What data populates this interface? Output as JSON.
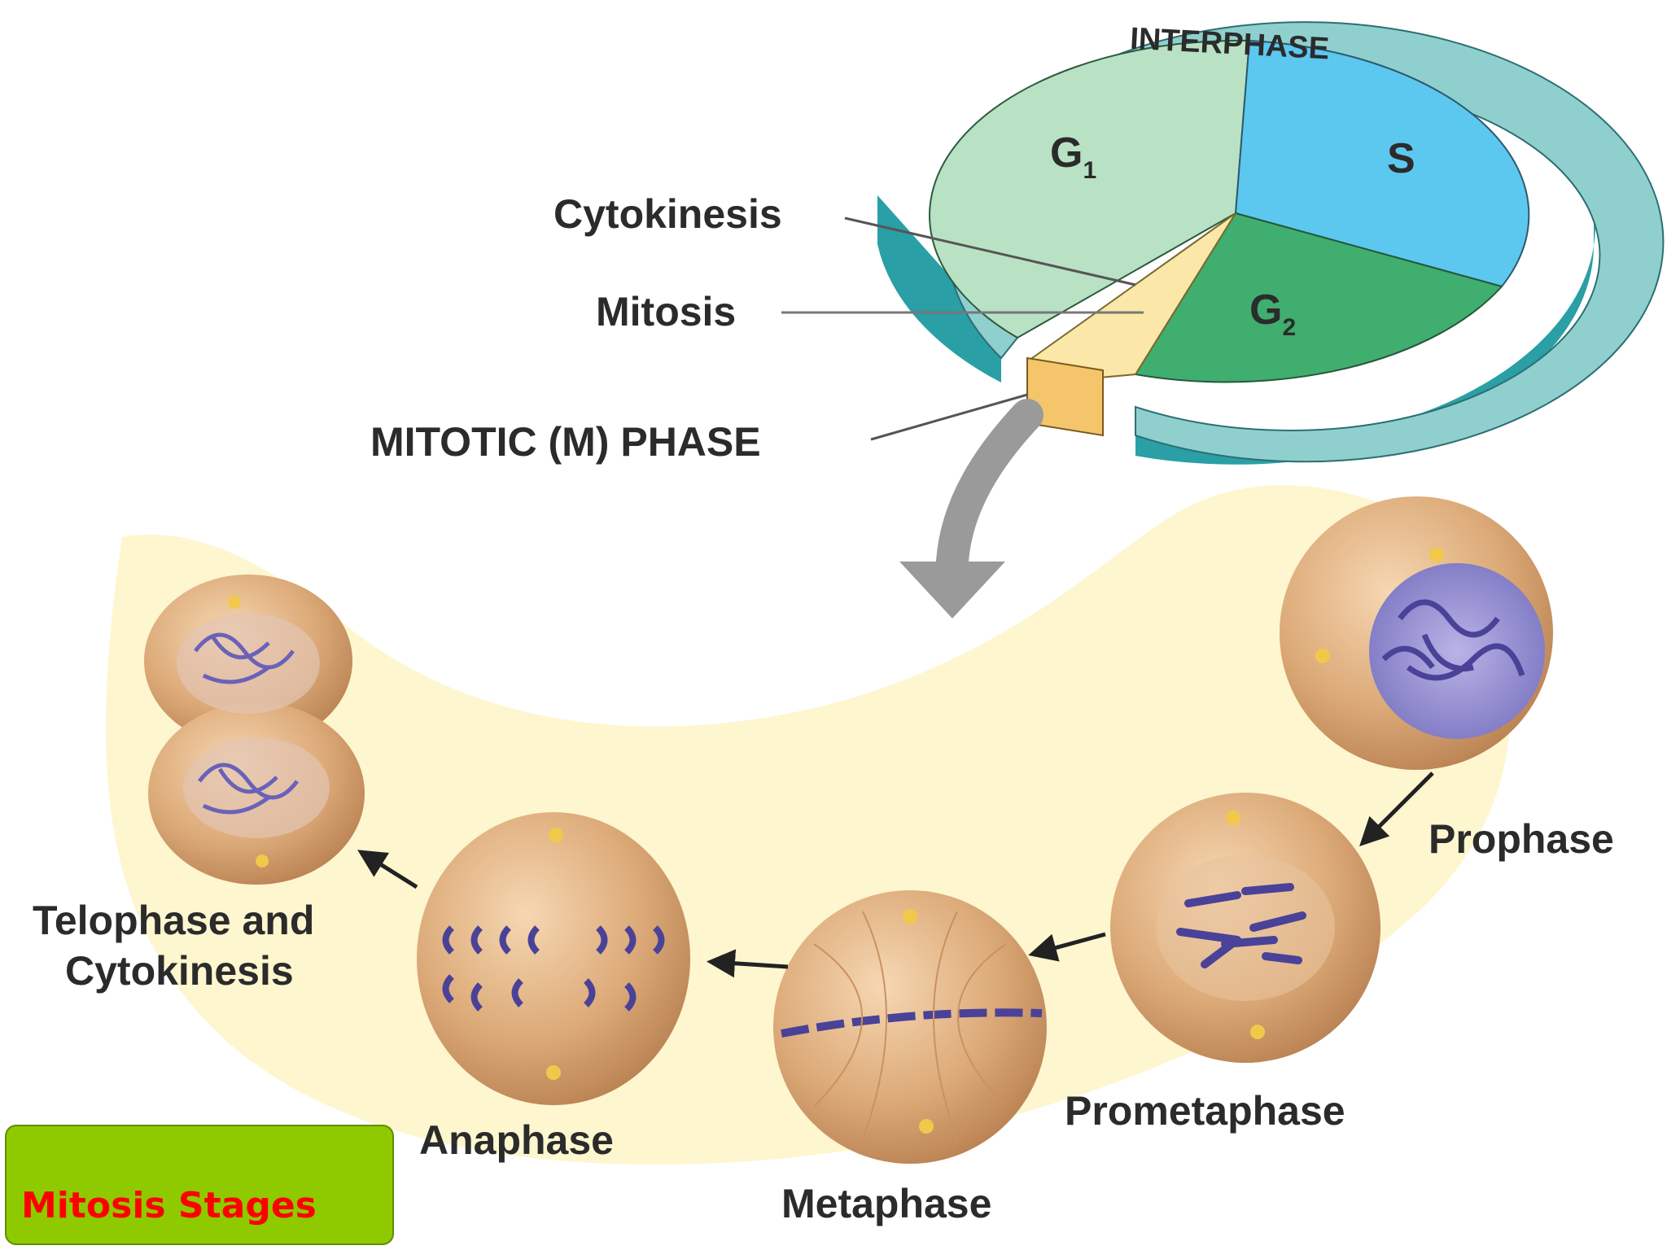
{
  "cycle": {
    "interphase_label": "INTERPHASE",
    "g1_label": "G",
    "g1_sub": "1",
    "s_label": "S",
    "g2_label": "G",
    "g2_sub": "2",
    "cytokinesis_label": "Cytokinesis",
    "mitosis_label": "Mitosis",
    "m_phase_label": "MITOTIC (M) PHASE",
    "colors": {
      "g1": "#b9e2c4",
      "s": "#5cc8ef",
      "g2": "#3fae6e",
      "rim": "#8fd0cf",
      "rim_side": "#2a9fa5",
      "mitosis": "#fbe7a8",
      "band": "#fdf6cf"
    }
  },
  "stages": {
    "prophase": "Prophase",
    "prometaphase": "Prometaphase",
    "metaphase": "Metaphase",
    "anaphase": "Anaphase",
    "telophase_line1": "Telophase and",
    "telophase_line2": "Cytokinesis"
  },
  "caption": {
    "title": "Mitosis Stages",
    "box_color": "#8fca00",
    "text_color": "#ff0000"
  }
}
